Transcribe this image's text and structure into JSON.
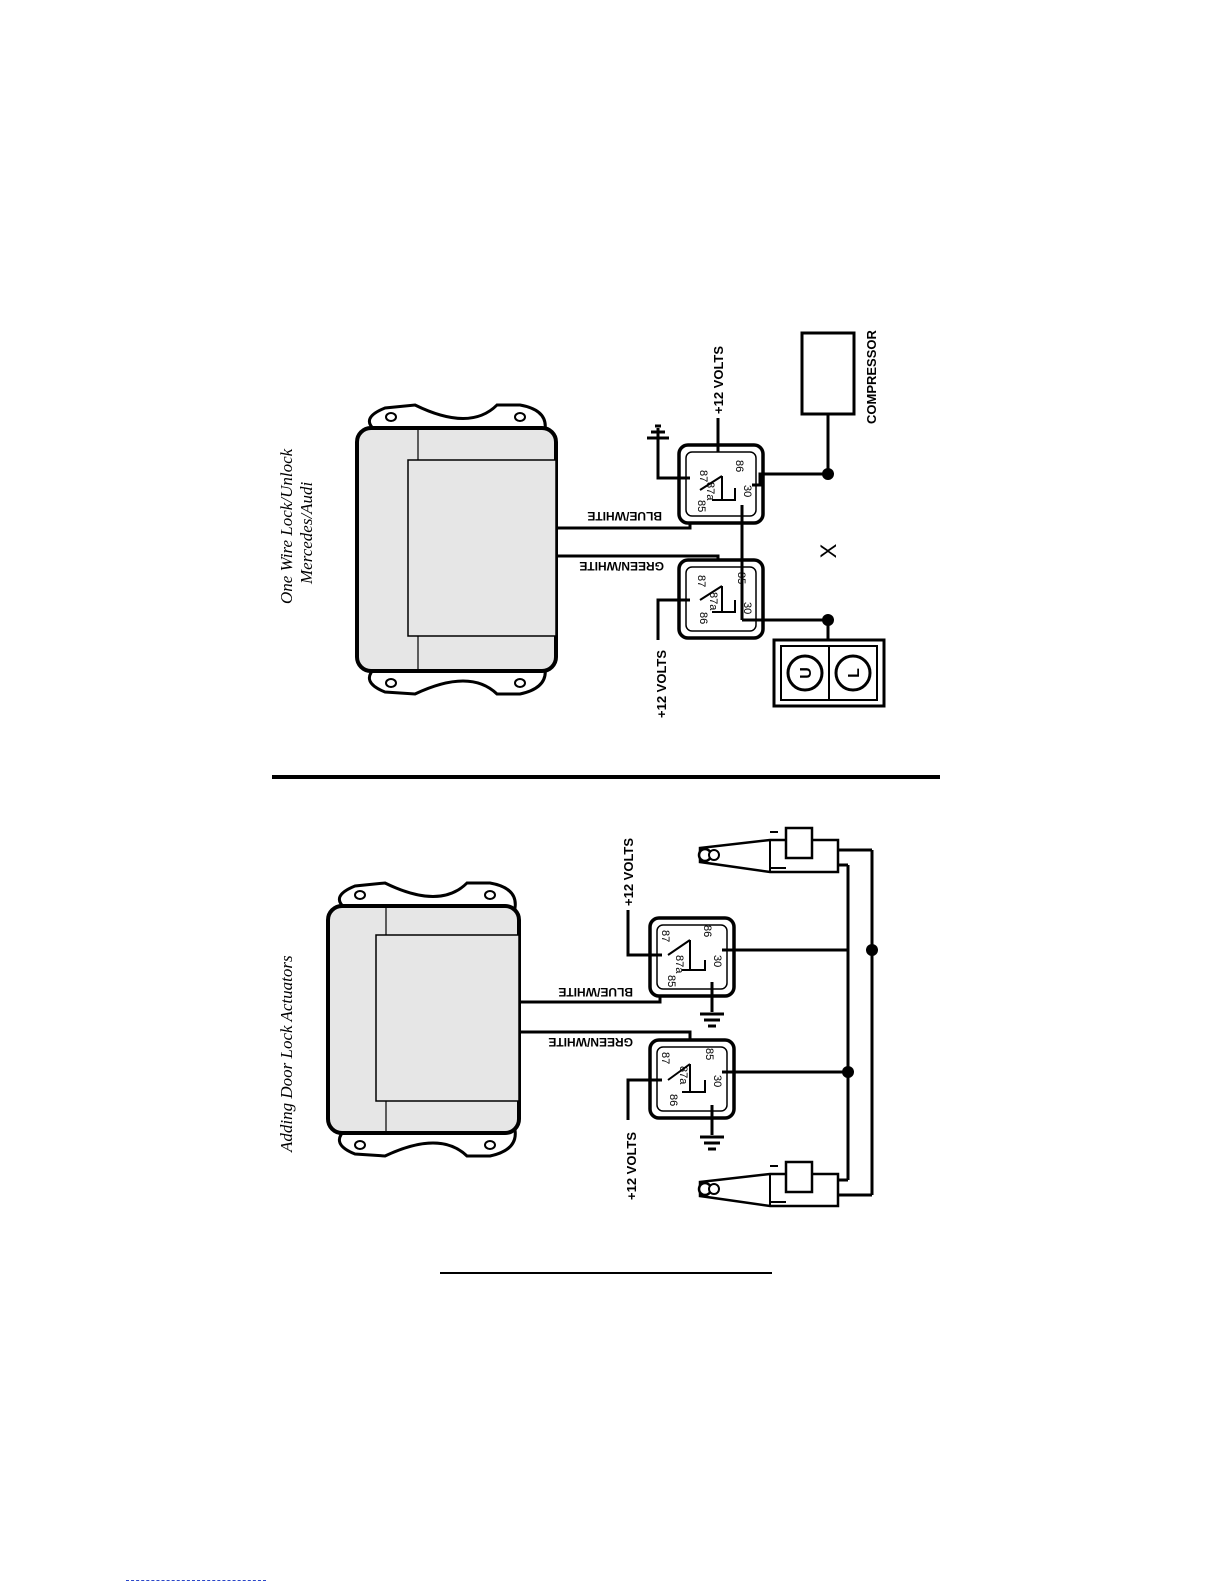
{
  "diagram1": {
    "title_line1": "One Wire Lock/Unlock",
    "title_line2": "Mercedes/Audi",
    "wire_blue": "BLUE/WHITE",
    "wire_green": "GREEN/WHITE",
    "volts_top": "+12 VOLTS",
    "volts_bottom": "+12 VOLTS",
    "compressor": "COMPRESSOR",
    "switch_u": "U",
    "switch_l": "L",
    "cross_mark": "X",
    "relay_a_pins": {
      "p87": "87",
      "p87a": "87a",
      "p85": "85",
      "p86": "86",
      "p30": "30"
    },
    "relay_b_pins": {
      "p87": "87",
      "p87a": "87a",
      "p85": "85",
      "p86": "86",
      "p30": "30"
    }
  },
  "diagram2": {
    "title": "Adding Door Lock Actuators",
    "wire_blue": "BLUE/WHITE",
    "wire_green": "GREEN/WHITE",
    "volts_top": "+12 VOLTS",
    "volts_bottom": "+12 VOLTS",
    "relay_a_pins": {
      "p87": "87",
      "p87a": "87a",
      "p85": "85",
      "p86": "86",
      "p30": "30"
    },
    "relay_b_pins": {
      "p87": "87",
      "p87a": "87a",
      "p85": "85",
      "p86": "86",
      "p30": "30"
    }
  },
  "colors": {
    "ink": "#000000",
    "module_fill": "#e6e6e6",
    "link_blue": "#2a46c9"
  }
}
